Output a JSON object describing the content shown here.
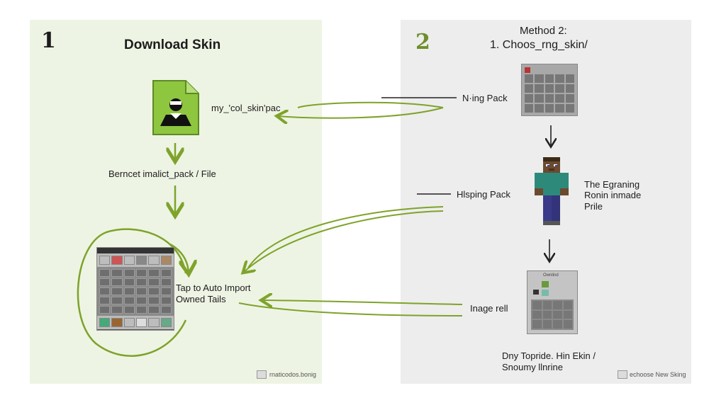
{
  "left": {
    "step_number": "1",
    "title": "Download Skin",
    "file_label": "my_'col_skin'pac",
    "step_text": "Berncet imalict_pack / File",
    "tap_line1": "Tap to Auto Import",
    "tap_line2": "Owned Tails",
    "watermark": "rnaticodos.bonig"
  },
  "right": {
    "step_number": "2",
    "method_title": "Method 2:",
    "method_subtitle": "1. Choos_rng_skin/",
    "pack1_label": "N·ing Pack",
    "pack2_label": "Hlsping Pack",
    "desc_line1": "The Egraning",
    "desc_line2": "Ronin inmade",
    "desc_line3": "Prile",
    "window_header": "Ownlind",
    "image_label": "Inage rell",
    "bottom_line1": "Dny Topride. Hin Ekin /",
    "bottom_line2": "Snoumy llnrine",
    "watermark": "echoose New Sking"
  },
  "colors": {
    "accent_green": "#7ea32a",
    "file_green": "#8ec63f",
    "left_panel_bg": "#eef4e4",
    "right_panel_bg": "#ededed"
  }
}
